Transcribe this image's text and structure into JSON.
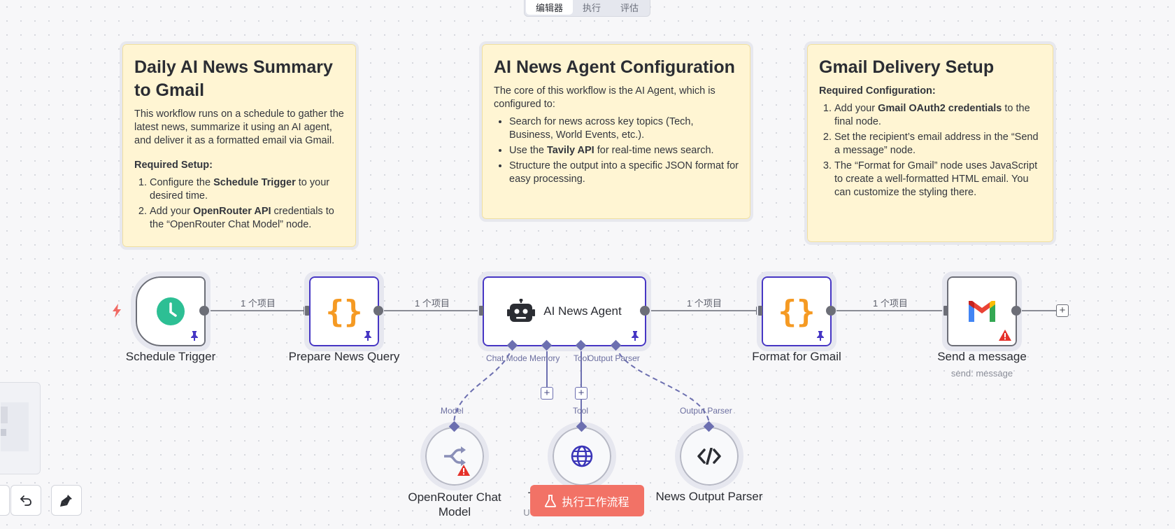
{
  "tabs": [
    "编辑器",
    "执行",
    "评估"
  ],
  "stickies": {
    "summary": {
      "title": "Daily AI News Summary to Gmail",
      "intro": "This workflow runs on a schedule to gather the latest news, summarize it using an AI agent, and deliver it as a formatted email via Gmail.",
      "setup_heading": "Required Setup:",
      "steps": [
        {
          "pre": "Configure the ",
          "bold": "Schedule Trigger",
          "post": " to your desired time."
        },
        {
          "pre": "Add your ",
          "bold": "OpenRouter API",
          "post": " credentials to the “OpenRouter Chat Model” node."
        }
      ]
    },
    "agent": {
      "title": "AI News Agent Configuration",
      "intro": "The core of this workflow is the AI Agent, which is configured to:",
      "bullets": [
        {
          "pre": "Search for news across key topics (Tech, Business, World Events, etc.).",
          "bold": "",
          "post": ""
        },
        {
          "pre": "Use the ",
          "bold": "Tavily API",
          "post": " for real-time news search."
        },
        {
          "pre": "Structure the output into a specific JSON format for easy processing.",
          "bold": "",
          "post": ""
        }
      ]
    },
    "gmail": {
      "title": "Gmail Delivery Setup",
      "heading": "Required Configuration:",
      "steps": [
        {
          "pre": "Add your ",
          "bold": "Gmail OAuth2 credentials",
          "post": " to the final node."
        },
        {
          "pre": "Set the recipient’s email address in the “Send a message” node.",
          "bold": "",
          "post": ""
        },
        {
          "pre": "The “Format for Gmail” node uses JavaScript to create a well-formatted HTML email. You can customize the styling there.",
          "bold": "",
          "post": ""
        }
      ]
    }
  },
  "nodes": {
    "schedule": {
      "label": "Schedule Trigger",
      "icon": "clock-icon"
    },
    "prepare": {
      "label": "Prepare News Query",
      "icon": "braces-icon"
    },
    "agent": {
      "label": "AI News Agent",
      "icon": "robot-icon"
    },
    "format": {
      "label": "Format for Gmail",
      "icon": "braces-icon"
    },
    "send": {
      "label": "Send a message",
      "sublabel": "send: message",
      "icon": "gmail-icon"
    },
    "openrouter": {
      "label": "OpenRouter Chat Model",
      "icon": "openrouter-icon"
    },
    "tavily": {
      "label_partial": "T",
      "icon": "globe-icon",
      "sub_partial": "U"
    },
    "parser": {
      "label": "News Output Parser",
      "icon": "code-icon"
    }
  },
  "connection_label": "1 个项目",
  "agent_ports": [
    "Chat Model",
    "Memory",
    "Tool",
    "Output Parser"
  ],
  "sub_labels": {
    "model": "Model",
    "tool": "Tool",
    "output_parser": "Output Parser"
  },
  "run_button": "执行工作流程",
  "colors": {
    "accent": "#4636c4",
    "sticky_bg": "#fff5d3",
    "run_button": "#f27266",
    "braces": "#f59a23",
    "clock": "#2dbf94",
    "warning": "#e5312a",
    "trigger_bolt": "#f06a64"
  }
}
